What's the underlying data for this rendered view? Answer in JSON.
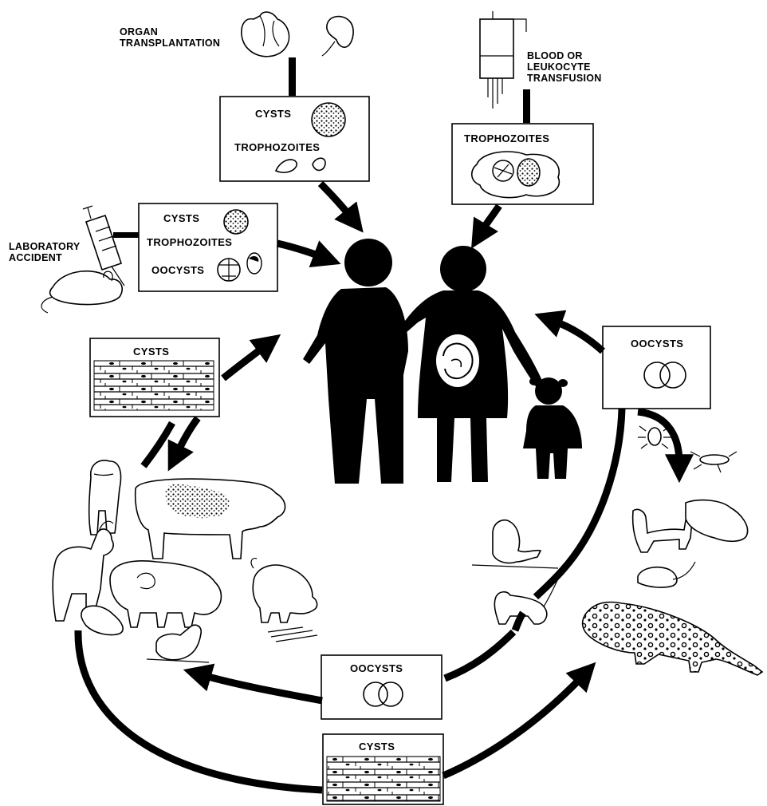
{
  "labels": {
    "organ_transplantation": [
      "ORGAN",
      "TRANSPLANTATION"
    ],
    "blood_transfusion": [
      "BLOOD OR",
      "LEUKOCYTE",
      "TRANSFUSION"
    ],
    "laboratory_accident": [
      "LABORATORY",
      "ACCIDENT"
    ]
  },
  "boxes": {
    "organ": {
      "cysts": "CYSTS",
      "trophozoites": "TROPHOZOITES"
    },
    "transfusion": {
      "trophozoites": "TROPHOZOITES"
    },
    "lab": {
      "cysts": "CYSTS",
      "trophozoites": "TROPHOZOITES",
      "oocysts": "OOCYSTS"
    },
    "meat_left": {
      "cysts": "CYSTS"
    },
    "oocysts_right": {
      "oocysts": "OOCYSTS"
    },
    "oocysts_bottom": {
      "oocysts": "OOCYSTS"
    },
    "cysts_bottom": {
      "cysts": "CYSTS"
    }
  },
  "icons": [
    "heart-icon",
    "kidney-icon",
    "iv-bag-icon",
    "syringe-icon",
    "mouse-icon",
    "human-family-icon",
    "sheep-icon",
    "cow-icon",
    "goat-icon",
    "pig-icon",
    "chicken-icon",
    "cat-icon",
    "leopard-icon",
    "insect-icon",
    "rodent-icon"
  ],
  "colors": {
    "ink": "#000000",
    "paper": "#ffffff"
  }
}
